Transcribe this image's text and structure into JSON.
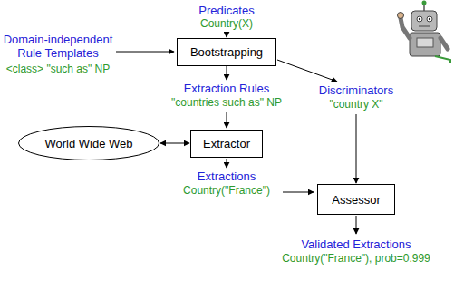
{
  "diagram": {
    "nodes": [
      {
        "text": [
          "Bootstrapping"
        ]
      },
      {
        "text": [
          "World Wide Web"
        ]
      },
      {
        "text": [
          "Extractor"
        ]
      },
      {
        "text": [
          "Assessor"
        ]
      }
    ],
    "edges": [
      {
        "from": 1,
        "to": 2,
        "arrow": "both"
      }
    ],
    "labels": [
      "Predicates",
      "Country(X)",
      "Domain-independent Rule Templates",
      "<class> \"such as\" NP",
      "Extraction Rules",
      "\"countries such as\" NP",
      "Discriminators",
      "\"country X\"",
      "Extractions",
      "Country(\"France\")",
      "Validated Extractions",
      "Country(\"France\"), prob=0.999"
    ]
  }
}
